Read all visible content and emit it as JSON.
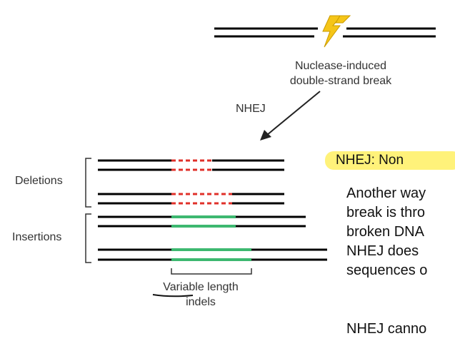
{
  "diagram": {
    "break_caption_line1": "Nuclease-induced",
    "break_caption_line2": "double-strand break",
    "pathway_label": "NHEJ",
    "deletions_label": "Deletions",
    "insertions_label": "Insertions",
    "indels_caption_line1": "Variable length",
    "indels_caption_line2": "indels"
  },
  "text_panel": {
    "heading": "NHEJ: Non",
    "paragraph_lines": [
      "Another way",
      "break is thro",
      "broken DNA",
      "NHEJ does",
      "sequences o"
    ],
    "trailing_line": "NHEJ canno"
  },
  "colors": {
    "strand": "#000000",
    "deletion": "#e0302a",
    "insertion": "#3db870",
    "highlight": "#fff27a",
    "lightning": "#f5c518"
  }
}
